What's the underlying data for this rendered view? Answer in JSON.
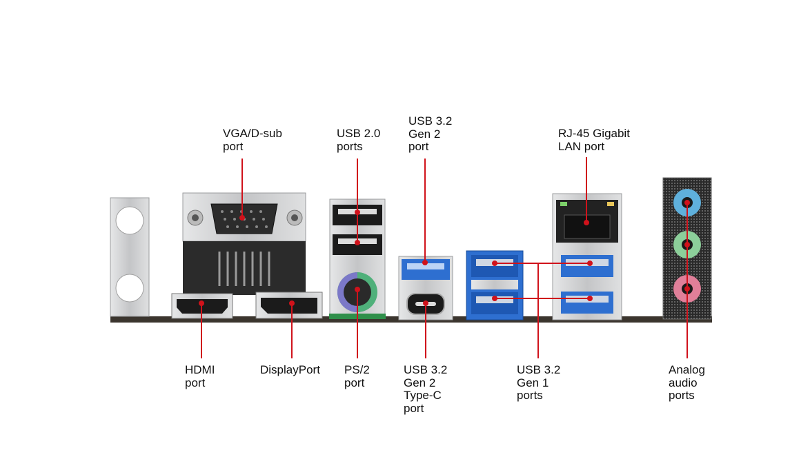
{
  "labels": {
    "vga": "VGA/D-sub\nport",
    "usb20": "USB 2.0\nports",
    "usb32g2": "USB 3.2\nGen 2\nport",
    "rj45": "RJ-45 Gigabit\nLAN port",
    "hdmi": "HDMI\nport",
    "displayport": "DisplayPort",
    "ps2": "PS/2\nport",
    "usbc": "USB 3.2\nGen 2\nType-C\nport",
    "usb32g1": "USB 3.2\nGen 1\nports",
    "audio": "Analog\naudio\nports"
  },
  "colors": {
    "leader_line": "#d0121b",
    "usb3_blue": "#2e6fd0",
    "usb2_black": "#1b1b1b",
    "ps2_purple": "#7b78c8",
    "ps2_green": "#4fb07a",
    "audio_blue": "#5fb0dc",
    "audio_green": "#8ccf9a",
    "audio_pink": "#e07f99",
    "metal": "#c9cacc",
    "board": "#3b352e"
  }
}
